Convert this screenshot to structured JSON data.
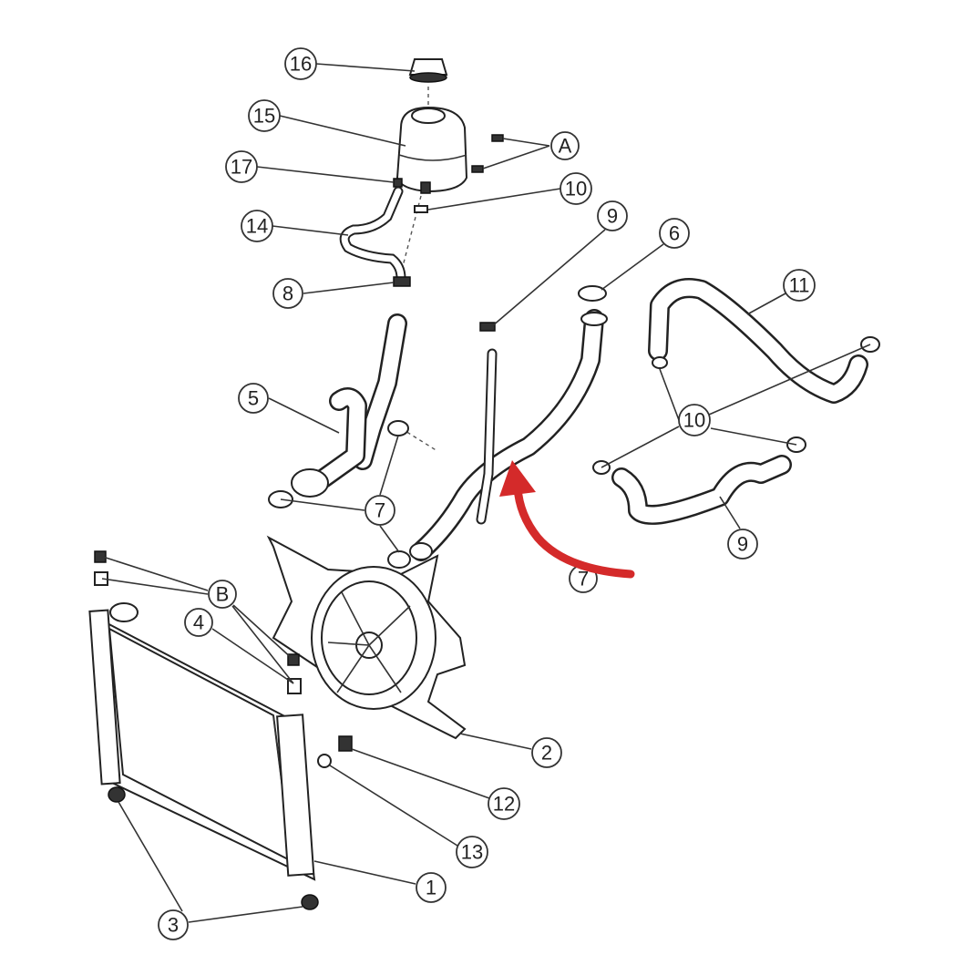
{
  "diagram": {
    "callouts": [
      "16",
      "15",
      "A",
      "17",
      "10",
      "14",
      "9",
      "6",
      "8",
      "11",
      "5",
      "10",
      "7",
      "9",
      "B",
      "4",
      "2",
      "12",
      "13",
      "1",
      "3",
      "7"
    ],
    "colors": {
      "highlight_arrow": "#d42a2a",
      "line": "#222222"
    }
  }
}
